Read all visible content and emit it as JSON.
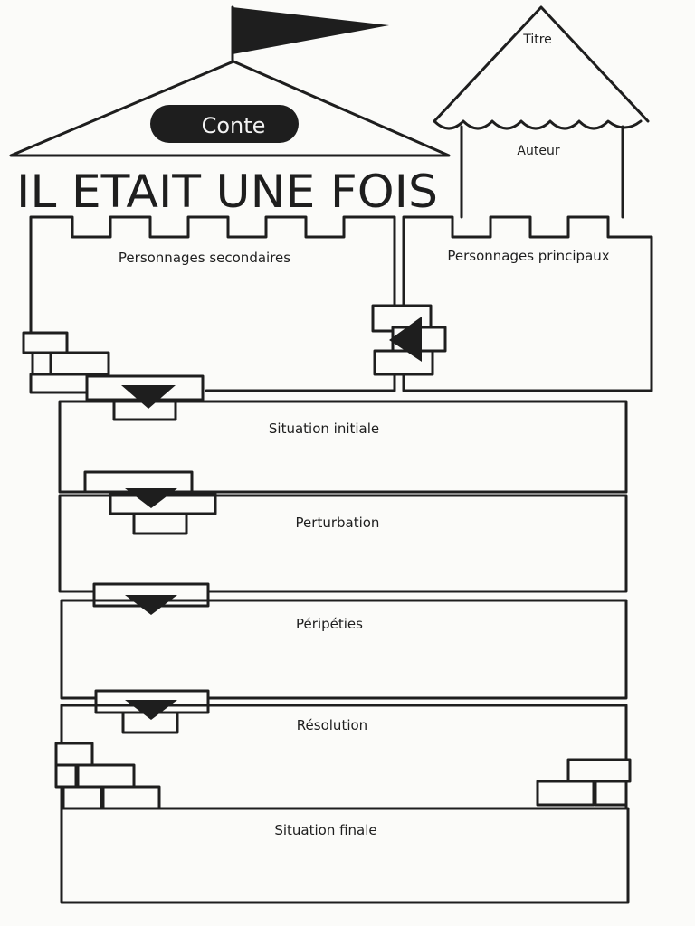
{
  "roof_badge": "Conte",
  "heading": "IL ETAIT UNE FOIS",
  "tower": {
    "roof_label": "Titre",
    "body_label": "Auteur"
  },
  "rooms": {
    "left": "Personnages secondaires",
    "right": "Personnages principaux"
  },
  "sections": {
    "initial": "Situation initiale",
    "perturbation": "Perturbation",
    "peripeties": "Péripéties",
    "resolution": "Résolution",
    "final": "Situation finale"
  },
  "colors": {
    "ink": "#1e1e1e",
    "paper": "#fbfbf9"
  }
}
